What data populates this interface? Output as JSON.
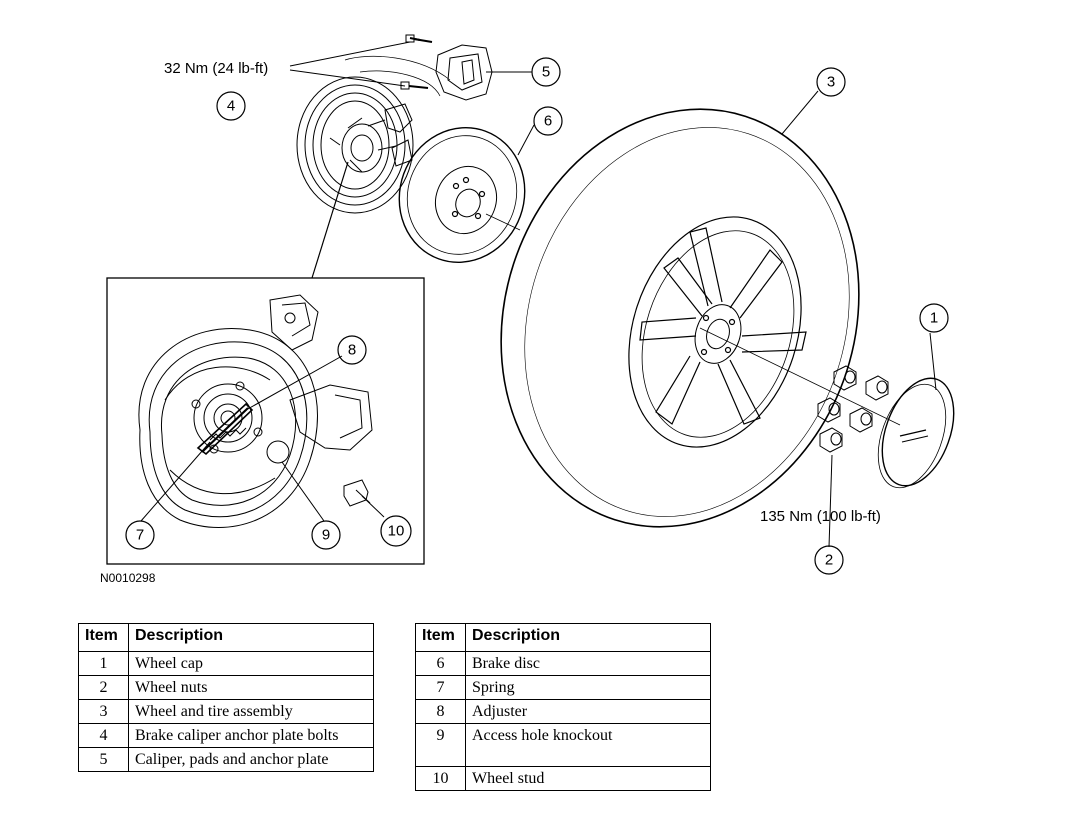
{
  "callouts": {
    "torque_caliper_bolts": "32 Nm (24 lb-ft)",
    "torque_wheel_nuts": "135 Nm (100 lb-ft)",
    "numbers": [
      "1",
      "2",
      "3",
      "4",
      "5",
      "6",
      "7",
      "8",
      "9",
      "10"
    ]
  },
  "figure_code": "N0010298",
  "legend": {
    "header_item": "Item",
    "header_description": "Description",
    "left_rows": [
      {
        "item": "1",
        "description": "Wheel cap"
      },
      {
        "item": "2",
        "description": "Wheel nuts"
      },
      {
        "item": "3",
        "description": "Wheel and tire assembly"
      },
      {
        "item": "4",
        "description": "Brake caliper anchor plate bolts"
      },
      {
        "item": "5",
        "description": "Caliper, pads and anchor plate"
      }
    ],
    "right_rows": [
      {
        "item": "6",
        "description": "Brake disc"
      },
      {
        "item": "7",
        "description": "Spring"
      },
      {
        "item": "8",
        "description": "Adjuster"
      },
      {
        "item": "9",
        "description": "Access hole knockout"
      },
      {
        "item": "10",
        "description": "Wheel stud"
      }
    ]
  }
}
